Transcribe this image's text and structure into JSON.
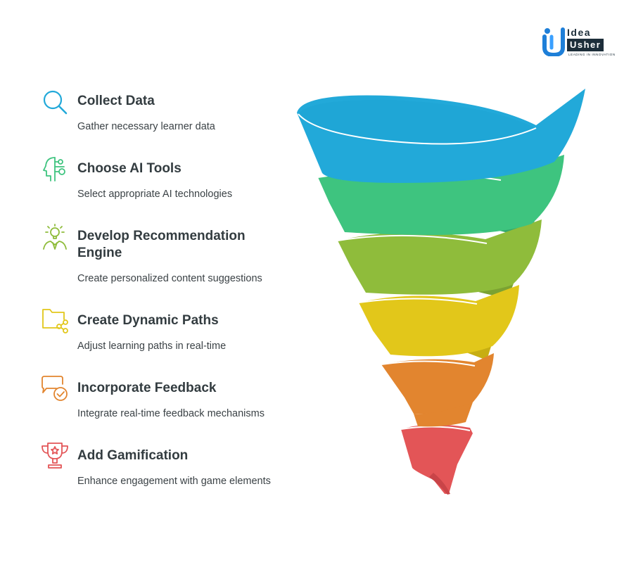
{
  "logo": {
    "word_top": "Idea",
    "word_bottom": "Usher",
    "tagline": "LEADING IN INNOVATION"
  },
  "steps": [
    {
      "title": "Collect Data",
      "description": "Gather necessary learner data",
      "icon": "magnifying-glass-icon",
      "color": "#22a9d9"
    },
    {
      "title": "Choose AI Tools",
      "description": "Select appropriate AI technologies",
      "icon": "ai-head-gears-icon",
      "color": "#3ec47f"
    },
    {
      "title": "Develop Recommendation Engine",
      "description": "Create personalized content suggestions",
      "icon": "lightbulb-person-icon",
      "color": "#8fbc3b"
    },
    {
      "title": "Create Dynamic Paths",
      "description": "Adjust learning paths in real-time",
      "icon": "folder-share-icon",
      "color": "#e2c71a"
    },
    {
      "title": "Incorporate Feedback",
      "description": "Integrate real-time feedback mechanisms",
      "icon": "chat-checkmark-icon",
      "color": "#e2852f"
    },
    {
      "title": "Add Gamification",
      "description": "Enhance engagement with game elements",
      "icon": "trophy-star-icon",
      "color": "#e35557"
    }
  ],
  "funnel": {
    "levels": [
      "#22a9d9",
      "#3ec47f",
      "#8fbc3b",
      "#e2c71a",
      "#e2852f",
      "#e35557"
    ]
  }
}
